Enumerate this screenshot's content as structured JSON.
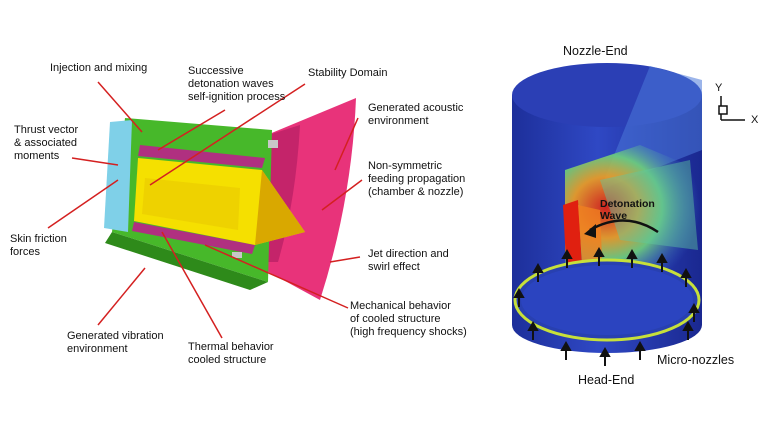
{
  "left_diagram": {
    "labels": {
      "injection": "Injection and mixing",
      "successive": "Successive\ndetonation waves\nself-ignition process",
      "stability": "Stability Domain",
      "thrust": "Thrust vector\n& associated\nmoments",
      "acoustic": "Generated acoustic\nenvironment",
      "nonsym": "Non-symmetric\nfeeding propagation\n(chamber & nozzle)",
      "skin": "Skin friction\nforces",
      "jet": "Jet direction and\nswirl effect",
      "mechanical": "Mechanical behavior\nof cooled structure\n(high frequency shocks)",
      "vibration": "Generated vibration\nenvironment",
      "thermal": "Thermal behavior\ncooled structure"
    },
    "colors": {
      "leader": "#d42020",
      "nozzle": "#e8337a",
      "body": "#47b82a",
      "inner": "#f5e000",
      "injector": "#7fd0e8",
      "wall": "#b03080"
    }
  },
  "right_diagram": {
    "labels": {
      "nozzle_end": "Nozzle-End",
      "head_end": "Head-End",
      "micro": "Micro-nozzles",
      "detonation": "Detonation\nWave",
      "axis_y": "Y",
      "axis_x": "X"
    },
    "colors": {
      "base_blue": "#2a3fb8",
      "detonation": "#e02010"
    }
  }
}
